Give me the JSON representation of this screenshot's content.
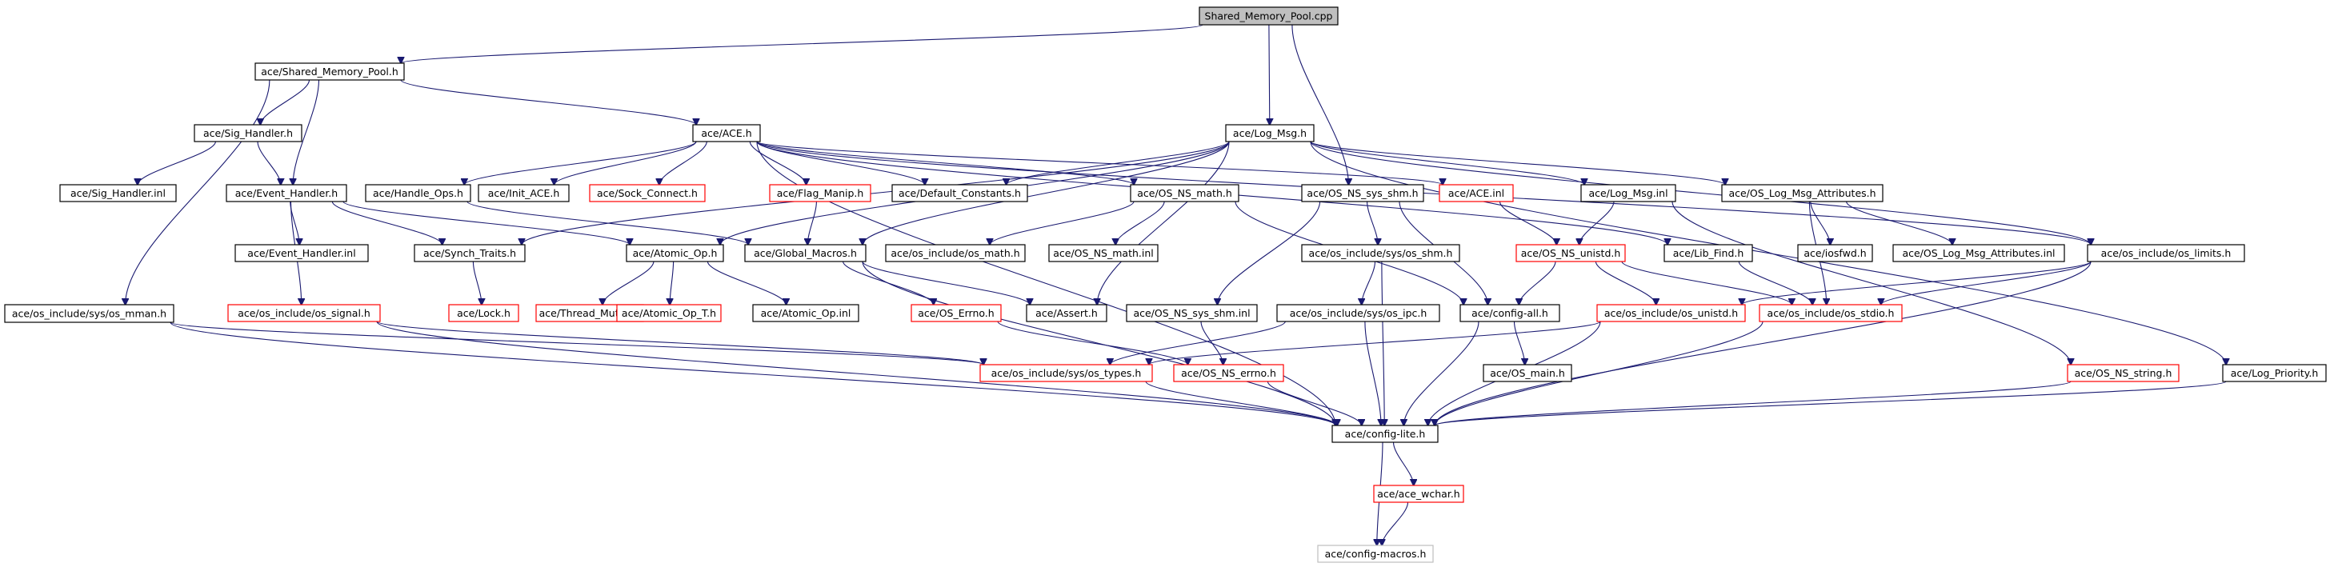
{
  "colors": {
    "edge": "#191970",
    "normal_border": "#000000",
    "missing_border": "#ff0000",
    "excluded_border": "#bfbfbf",
    "root_fill": "#bfbfbf",
    "text": "#000000"
  },
  "nodes": [
    {
      "id": "root",
      "label": "Shared_Memory_Pool.cpp",
      "kind": "root"
    },
    {
      "id": "smp_h",
      "label": "ace/Shared_Memory_Pool.h",
      "kind": "normal"
    },
    {
      "id": "sig_h",
      "label": "ace/Sig_Handler.h",
      "kind": "normal"
    },
    {
      "id": "ace_h",
      "label": "ace/ACE.h",
      "kind": "normal"
    },
    {
      "id": "logmsg_h",
      "label": "ace/Log_Msg.h",
      "kind": "normal"
    },
    {
      "id": "sig_inl",
      "label": "ace/Sig_Handler.inl",
      "kind": "normal"
    },
    {
      "id": "evh_h",
      "label": "ace/Event_Handler.h",
      "kind": "normal"
    },
    {
      "id": "handle_ops",
      "label": "ace/Handle_Ops.h",
      "kind": "normal"
    },
    {
      "id": "init_ace",
      "label": "ace/Init_ACE.h",
      "kind": "normal"
    },
    {
      "id": "sock_connect",
      "label": "ace/Sock_Connect.h",
      "kind": "missing"
    },
    {
      "id": "flag_manip",
      "label": "ace/Flag_Manip.h",
      "kind": "missing"
    },
    {
      "id": "default_const",
      "label": "ace/Default_Constants.h",
      "kind": "normal"
    },
    {
      "id": "os_ns_math",
      "label": "ace/OS_NS_math.h",
      "kind": "normal"
    },
    {
      "id": "os_ns_sys_shm",
      "label": "ace/OS_NS_sys_shm.h",
      "kind": "normal"
    },
    {
      "id": "ace_inl",
      "label": "ace/ACE.inl",
      "kind": "missing"
    },
    {
      "id": "logmsg_inl",
      "label": "ace/Log_Msg.inl",
      "kind": "normal"
    },
    {
      "id": "os_log_attr_h",
      "label": "ace/OS_Log_Msg_Attributes.h",
      "kind": "normal"
    },
    {
      "id": "evh_inl",
      "label": "ace/Event_Handler.inl",
      "kind": "normal"
    },
    {
      "id": "synch_traits",
      "label": "ace/Synch_Traits.h",
      "kind": "normal"
    },
    {
      "id": "atomic_op_h",
      "label": "ace/Atomic_Op.h",
      "kind": "normal"
    },
    {
      "id": "global_macros",
      "label": "ace/Global_Macros.h",
      "kind": "normal"
    },
    {
      "id": "os_inc_math",
      "label": "ace/os_include/os_math.h",
      "kind": "normal"
    },
    {
      "id": "os_ns_math_inl",
      "label": "ace/OS_NS_math.inl",
      "kind": "normal"
    },
    {
      "id": "os_inc_sys_shm",
      "label": "ace/os_include/sys/os_shm.h",
      "kind": "normal"
    },
    {
      "id": "os_ns_unistd",
      "label": "ace/OS_NS_unistd.h",
      "kind": "missing"
    },
    {
      "id": "lib_find",
      "label": "ace/Lib_Find.h",
      "kind": "normal"
    },
    {
      "id": "iosfwd",
      "label": "ace/iosfwd.h",
      "kind": "normal"
    },
    {
      "id": "os_log_attr_inl",
      "label": "ace/OS_Log_Msg_Attributes.inl",
      "kind": "normal"
    },
    {
      "id": "os_inc_limits",
      "label": "ace/os_include/os_limits.h",
      "kind": "normal"
    },
    {
      "id": "os_inc_sys_mman",
      "label": "ace/os_include/sys/os_mman.h",
      "kind": "normal"
    },
    {
      "id": "os_inc_signal",
      "label": "ace/os_include/os_signal.h",
      "kind": "missing"
    },
    {
      "id": "lock_h",
      "label": "ace/Lock.h",
      "kind": "missing"
    },
    {
      "id": "thread_mutex",
      "label": "ace/Thread_Mutex.h",
      "kind": "missing"
    },
    {
      "id": "atomic_op_t",
      "label": "ace/Atomic_Op_T.h",
      "kind": "missing"
    },
    {
      "id": "atomic_op_inl",
      "label": "ace/Atomic_Op.inl",
      "kind": "normal"
    },
    {
      "id": "os_errno",
      "label": "ace/OS_Errno.h",
      "kind": "missing"
    },
    {
      "id": "assert_h",
      "label": "ace/Assert.h",
      "kind": "normal"
    },
    {
      "id": "os_ns_sys_shm_inl",
      "label": "ace/OS_NS_sys_shm.inl",
      "kind": "normal"
    },
    {
      "id": "os_inc_sys_ipc",
      "label": "ace/os_include/sys/os_ipc.h",
      "kind": "normal"
    },
    {
      "id": "config_all",
      "label": "ace/config-all.h",
      "kind": "normal"
    },
    {
      "id": "os_inc_unistd",
      "label": "ace/os_include/os_unistd.h",
      "kind": "missing"
    },
    {
      "id": "os_inc_stdio",
      "label": "ace/os_include/os_stdio.h",
      "kind": "missing"
    },
    {
      "id": "os_inc_sys_types",
      "label": "ace/os_include/sys/os_types.h",
      "kind": "missing"
    },
    {
      "id": "os_ns_errno",
      "label": "ace/OS_NS_errno.h",
      "kind": "missing"
    },
    {
      "id": "os_main",
      "label": "ace/OS_main.h",
      "kind": "normal"
    },
    {
      "id": "os_ns_string",
      "label": "ace/OS_NS_string.h",
      "kind": "missing"
    },
    {
      "id": "log_priority",
      "label": "ace/Log_Priority.h",
      "kind": "normal"
    },
    {
      "id": "config_lite",
      "label": "ace/config-lite.h",
      "kind": "normal"
    },
    {
      "id": "ace_wchar",
      "label": "ace/ace_wchar.h",
      "kind": "missing"
    },
    {
      "id": "config_macros",
      "label": "ace/config-macros.h",
      "kind": "excluded"
    }
  ],
  "edges": [
    [
      "root",
      "smp_h"
    ],
    [
      "root",
      "logmsg_h"
    ],
    [
      "root",
      "os_ns_sys_shm"
    ],
    [
      "smp_h",
      "sig_h"
    ],
    [
      "smp_h",
      "ace_h"
    ],
    [
      "smp_h",
      "evh_h"
    ],
    [
      "smp_h",
      "os_inc_sys_mman"
    ],
    [
      "sig_h",
      "sig_inl"
    ],
    [
      "sig_h",
      "evh_h"
    ],
    [
      "ace_h",
      "handle_ops"
    ],
    [
      "ace_h",
      "init_ace"
    ],
    [
      "ace_h",
      "sock_connect"
    ],
    [
      "ace_h",
      "flag_manip"
    ],
    [
      "ace_h",
      "default_const"
    ],
    [
      "ace_h",
      "os_ns_math"
    ],
    [
      "ace_h",
      "ace_inl"
    ],
    [
      "ace_h",
      "lib_find"
    ],
    [
      "ace_h",
      "config_lite"
    ],
    [
      "ace_h",
      "os_inc_limits"
    ],
    [
      "logmsg_h",
      "default_const"
    ],
    [
      "logmsg_h",
      "logmsg_inl"
    ],
    [
      "logmsg_h",
      "os_log_attr_h"
    ],
    [
      "logmsg_h",
      "synch_traits"
    ],
    [
      "logmsg_h",
      "atomic_op_h"
    ],
    [
      "logmsg_h",
      "global_macros"
    ],
    [
      "logmsg_h",
      "assert_h"
    ],
    [
      "logmsg_h",
      "log_priority"
    ],
    [
      "logmsg_h",
      "os_inc_limits"
    ],
    [
      "evh_h",
      "evh_inl"
    ],
    [
      "evh_h",
      "synch_traits"
    ],
    [
      "evh_h",
      "atomic_op_h"
    ],
    [
      "evh_h",
      "os_inc_signal"
    ],
    [
      "handle_ops",
      "global_macros"
    ],
    [
      "flag_manip",
      "global_macros"
    ],
    [
      "os_ns_math",
      "os_inc_math"
    ],
    [
      "os_ns_math",
      "os_ns_math_inl"
    ],
    [
      "os_ns_math",
      "config_all"
    ],
    [
      "os_ns_sys_shm",
      "os_inc_sys_shm"
    ],
    [
      "os_ns_sys_shm",
      "os_ns_sys_shm_inl"
    ],
    [
      "os_ns_sys_shm",
      "config_all"
    ],
    [
      "ace_inl",
      "os_ns_unistd"
    ],
    [
      "logmsg_inl",
      "os_ns_unistd"
    ],
    [
      "logmsg_inl",
      "os_ns_string"
    ],
    [
      "os_log_attr_h",
      "iosfwd"
    ],
    [
      "os_log_attr_h",
      "os_log_attr_inl"
    ],
    [
      "os_log_attr_h",
      "os_inc_stdio"
    ],
    [
      "synch_traits",
      "lock_h"
    ],
    [
      "atomic_op_h",
      "thread_mutex"
    ],
    [
      "atomic_op_h",
      "atomic_op_t"
    ],
    [
      "atomic_op_h",
      "atomic_op_inl"
    ],
    [
      "global_macros",
      "os_errno"
    ],
    [
      "global_macros",
      "assert_h"
    ],
    [
      "global_macros",
      "config_lite"
    ],
    [
      "os_inc_sys_shm",
      "os_inc_sys_ipc"
    ],
    [
      "os_inc_sys_shm",
      "config_lite"
    ],
    [
      "os_ns_unistd",
      "config_all"
    ],
    [
      "os_ns_unistd",
      "os_inc_unistd"
    ],
    [
      "os_ns_unistd",
      "os_inc_stdio"
    ],
    [
      "lib_find",
      "os_inc_stdio"
    ],
    [
      "os_inc_limits",
      "os_inc_unistd"
    ],
    [
      "os_inc_limits",
      "os_inc_stdio"
    ],
    [
      "os_inc_limits",
      "config_lite"
    ],
    [
      "os_inc_sys_mman",
      "os_inc_sys_types"
    ],
    [
      "os_inc_sys_mman",
      "config_lite"
    ],
    [
      "os_inc_signal",
      "os_inc_sys_types"
    ],
    [
      "os_inc_signal",
      "config_lite"
    ],
    [
      "os_errno",
      "os_ns_errno"
    ],
    [
      "os_ns_sys_shm_inl",
      "os_ns_errno"
    ],
    [
      "os_inc_sys_ipc",
      "os_inc_sys_types"
    ],
    [
      "os_inc_sys_ipc",
      "config_lite"
    ],
    [
      "config_all",
      "os_main"
    ],
    [
      "config_all",
      "config_lite"
    ],
    [
      "os_inc_unistd",
      "os_inc_sys_types"
    ],
    [
      "os_inc_unistd",
      "config_lite"
    ],
    [
      "os_inc_stdio",
      "config_lite"
    ],
    [
      "os_inc_sys_types",
      "config_lite"
    ],
    [
      "os_ns_errno",
      "config_lite"
    ],
    [
      "os_ns_string",
      "config_lite"
    ],
    [
      "log_priority",
      "config_lite"
    ],
    [
      "config_lite",
      "ace_wchar"
    ],
    [
      "config_lite",
      "config_macros"
    ],
    [
      "ace_wchar",
      "config_macros"
    ]
  ]
}
